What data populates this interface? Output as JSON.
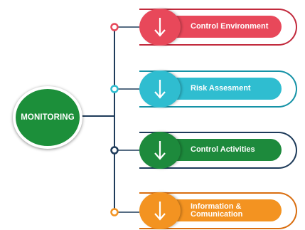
{
  "hub": {
    "label": "MONITORING",
    "color": "#1c8f3a"
  },
  "components": [
    {
      "label": "Control Environment",
      "main_color": "#e8485a",
      "dark_color": "#c22a3d",
      "icon": "arrow-down-icon"
    },
    {
      "label": "Risk Assesment",
      "main_color": "#2fbdd0",
      "dark_color": "#1592a6",
      "icon": "arrow-down-icon"
    },
    {
      "label": "Control Activities",
      "main_color": "#1d8a3c",
      "dark_color": "#1e3b5a",
      "icon": "arrow-down-icon"
    },
    {
      "label": "Information & Comunication",
      "main_color": "#f39321",
      "dark_color": "#d96e10",
      "icon": "arrow-down-icon"
    }
  ],
  "connector_color": "#1e3b5a"
}
